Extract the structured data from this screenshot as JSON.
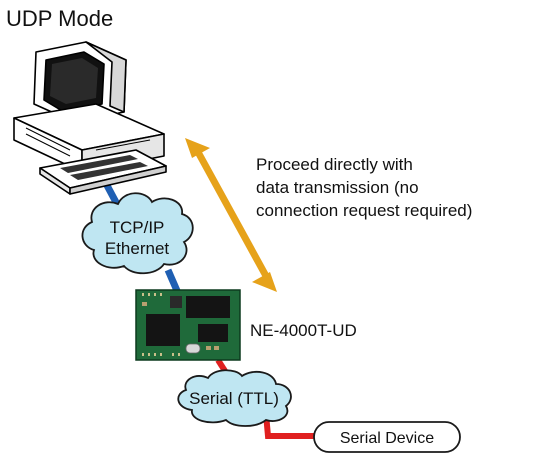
{
  "title": "UDP Mode",
  "note": {
    "line1": "Proceed directly with",
    "line2": "data transmission (no",
    "line3": "connection request required)"
  },
  "network_cloud": {
    "line1": "TCP/IP",
    "line2": "Ethernet"
  },
  "module_label": "NE-4000T-UD",
  "serial_cloud_label": "Serial (TTL)",
  "serial_device_label": "Serial Device",
  "colors": {
    "ethernet_link": "#1f5fb3",
    "serial_link": "#e02020",
    "arrow": "#e6a21a",
    "cloud_fill": "#bfe6f2",
    "pcb": "#1f6a3a",
    "chip": "#141414"
  }
}
